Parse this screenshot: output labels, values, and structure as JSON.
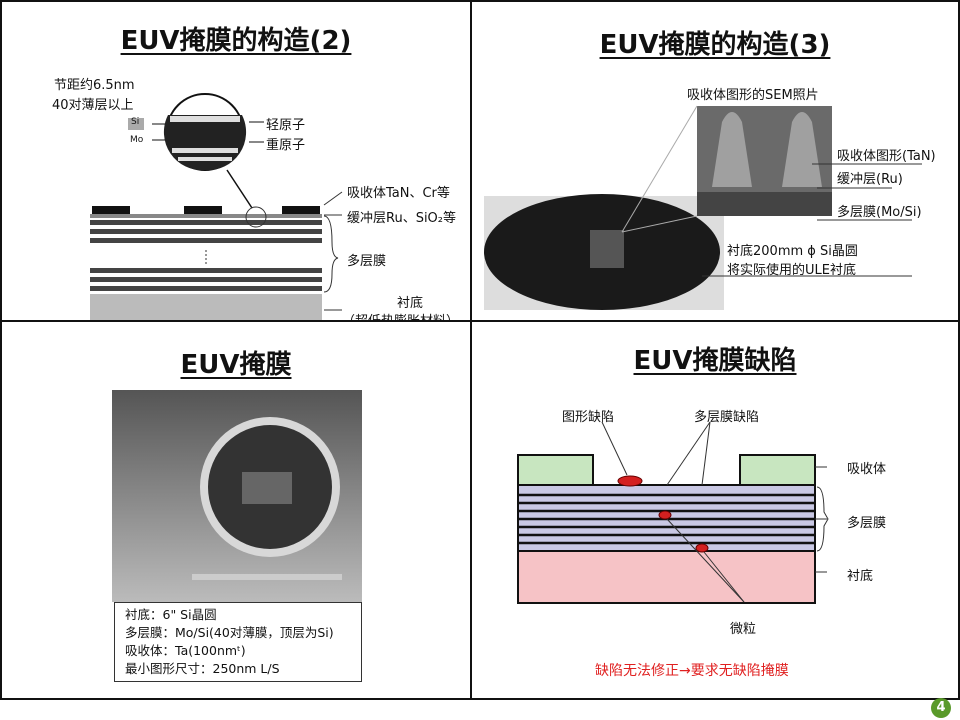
{
  "panel1": {
    "title": "EUV掩膜的构造(2)",
    "pitch": "节距约6.5nm",
    "pairs": "40对薄层以上",
    "si": "Si",
    "mo": "Mo",
    "light": "轻原子",
    "heavy": "重原子",
    "absorber": "吸收体TaN、Cr等",
    "buffer": "缓冲层Ru、SiO₂等",
    "multilayer": "多层膜",
    "substrate": "衬底",
    "substrate_note": "（超低热膨胀材料）"
  },
  "panel2": {
    "title": "EUV掩膜的构造(3)",
    "sem": "吸收体图形的SEM照片",
    "absorber": "吸收体图形(TaN)",
    "buffer": "缓冲层(Ru)",
    "multilayer": "多层膜(Mo/Si)",
    "wafer1": "衬底200mm ϕ  Si晶圆",
    "wafer2": "将实际使用的ULE衬底"
  },
  "panel3": {
    "title": "EUV掩膜",
    "specs": [
      "衬底：6\" Si晶圆",
      "多层膜：Mo/Si(40对薄膜，顶层为Si)",
      "吸收体：Ta(100nmᵗ)",
      "最小图形尺寸：250nm L/S"
    ]
  },
  "panel4": {
    "title": "EUV掩膜缺陷",
    "pattern_defect": "图形缺陷",
    "ml_defect": "多层膜缺陷",
    "absorber": "吸收体",
    "multilayer": "多层膜",
    "substrate": "衬底",
    "particle": "微粒",
    "conclusion": "缺陷无法修正→要求无缺陷掩膜",
    "colors": {
      "absorber": "#c8e6c0",
      "multilayer": "#c9c8e4",
      "substrate": "#f6c3c6",
      "defect": "#d42020",
      "conclusion": "#e02020"
    }
  },
  "footer": {
    "page": "4"
  }
}
